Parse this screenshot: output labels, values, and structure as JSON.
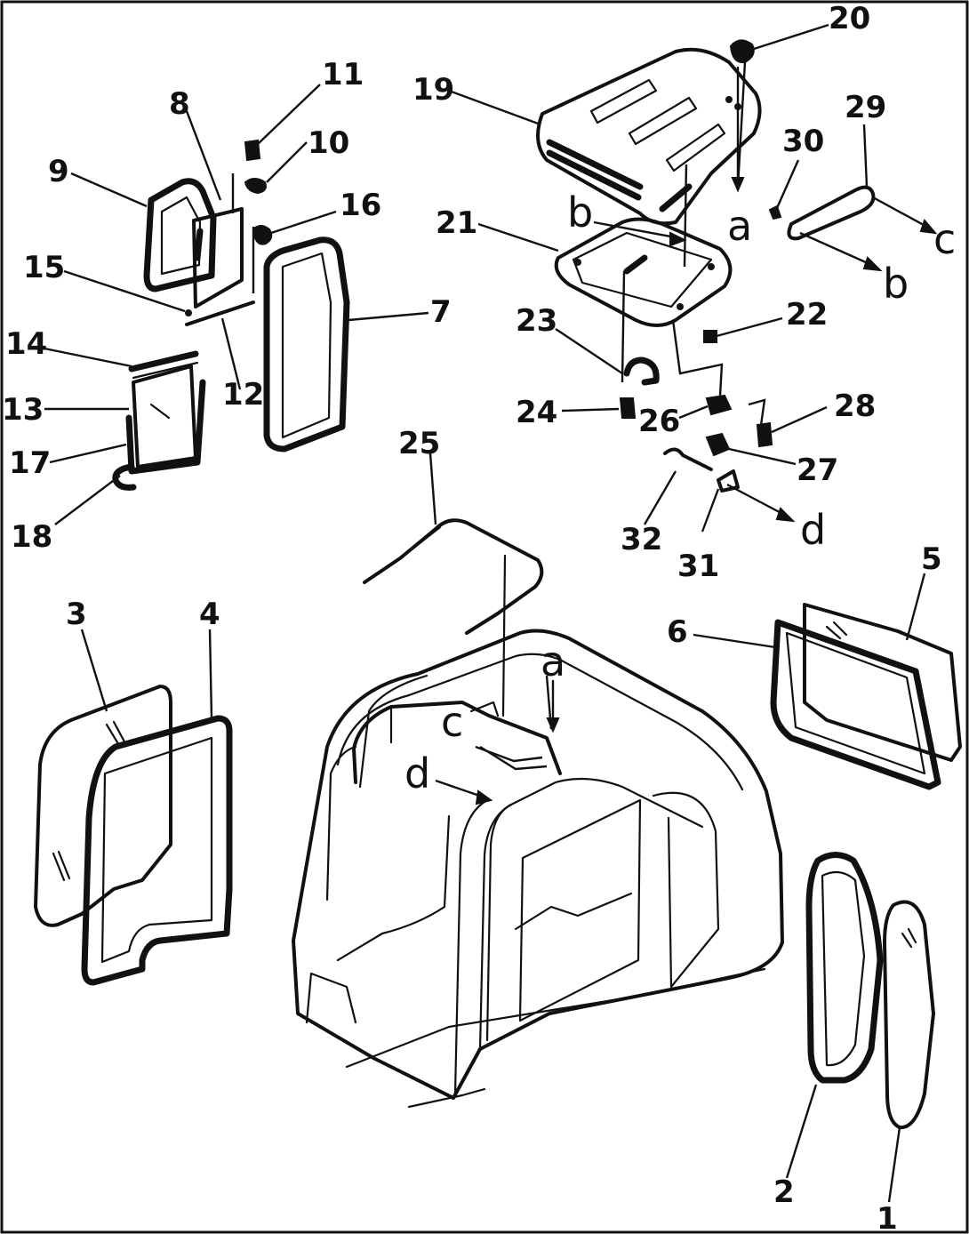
{
  "callouts": [
    {
      "id": "1",
      "text": "1"
    },
    {
      "id": "2",
      "text": "2"
    },
    {
      "id": "3",
      "text": "3"
    },
    {
      "id": "4",
      "text": "4"
    },
    {
      "id": "5",
      "text": "5"
    },
    {
      "id": "6",
      "text": "6"
    },
    {
      "id": "7",
      "text": "7"
    },
    {
      "id": "8",
      "text": "8"
    },
    {
      "id": "9",
      "text": "9"
    },
    {
      "id": "10",
      "text": "10"
    },
    {
      "id": "11",
      "text": "11"
    },
    {
      "id": "12",
      "text": "12"
    },
    {
      "id": "13",
      "text": "13"
    },
    {
      "id": "14",
      "text": "14"
    },
    {
      "id": "15",
      "text": "15"
    },
    {
      "id": "16",
      "text": "16"
    },
    {
      "id": "17",
      "text": "17"
    },
    {
      "id": "18",
      "text": "18"
    },
    {
      "id": "19",
      "text": "19"
    },
    {
      "id": "20",
      "text": "20"
    },
    {
      "id": "21",
      "text": "21"
    },
    {
      "id": "22",
      "text": "22"
    },
    {
      "id": "23",
      "text": "23"
    },
    {
      "id": "24",
      "text": "24"
    },
    {
      "id": "25",
      "text": "25"
    },
    {
      "id": "26",
      "text": "26"
    },
    {
      "id": "27",
      "text": "27"
    },
    {
      "id": "28",
      "text": "28"
    },
    {
      "id": "29",
      "text": "29"
    },
    {
      "id": "30",
      "text": "30"
    },
    {
      "id": "31",
      "text": "31"
    },
    {
      "id": "32",
      "text": "32"
    }
  ],
  "refs": {
    "a": "a",
    "b": "b",
    "c": "c",
    "d": "d"
  }
}
